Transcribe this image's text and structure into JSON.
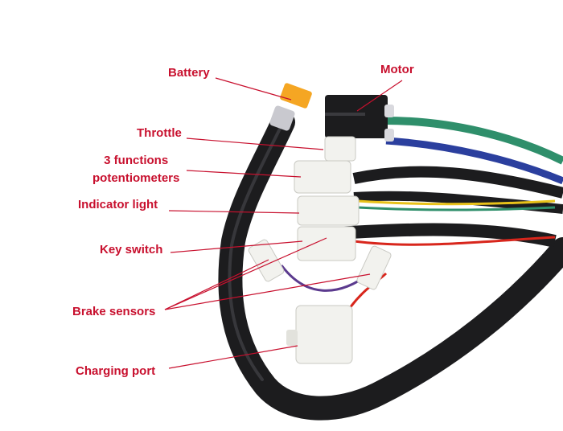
{
  "colors": {
    "label_text": "#c8102e",
    "leader_line": "#c8102e",
    "cable_black": "#1c1c1e",
    "connector_white": "#f2f2ee",
    "battery_connector": "#f5a623",
    "wire_green": "#2f8f6b",
    "wire_blue": "#2b3f9e",
    "wire_red": "#d8261c",
    "wire_purple": "#5b3a8e",
    "wire_yellow": "#e8c21a"
  },
  "labels": {
    "battery": "Battery",
    "motor": "Motor",
    "throttle": "Throttle",
    "potentiometers_line1": "3 functions",
    "potentiometers_line2": "potentiometers",
    "indicator_light": "Indicator light",
    "key_switch": "Key switch",
    "brake_sensors": "Brake sensors",
    "charging_port": "Charging port"
  },
  "icons": {
    "battery_connector": "xt60-connector-icon",
    "motor_connector": "motor-connector-icon",
    "white_connector": "white-plug-icon"
  }
}
